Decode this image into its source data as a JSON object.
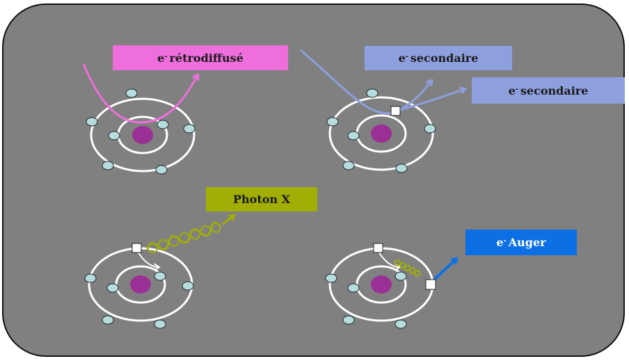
{
  "labels": {
    "retro": {
      "prefix": "e",
      "sup": "-",
      "text": "rétrodiffusé"
    },
    "sec1": {
      "prefix": "e",
      "sup": "-",
      "text": "secondaire"
    },
    "sec2": {
      "prefix": "e",
      "sup": "-",
      "text": "secondaire"
    },
    "photon": {
      "text": "Photon X"
    },
    "auger": {
      "prefix": "e",
      "sup": "-",
      "text": "Auger"
    }
  },
  "colors": {
    "background_panel": "#808080",
    "nucleus": "#9a2f95",
    "electron": "#b5dde0",
    "orbit": "#ffffff",
    "retro": "#ee6fdb",
    "secondary": "#8e9fde",
    "photon": "#a1ae05",
    "auger": "#0c6fe4"
  }
}
